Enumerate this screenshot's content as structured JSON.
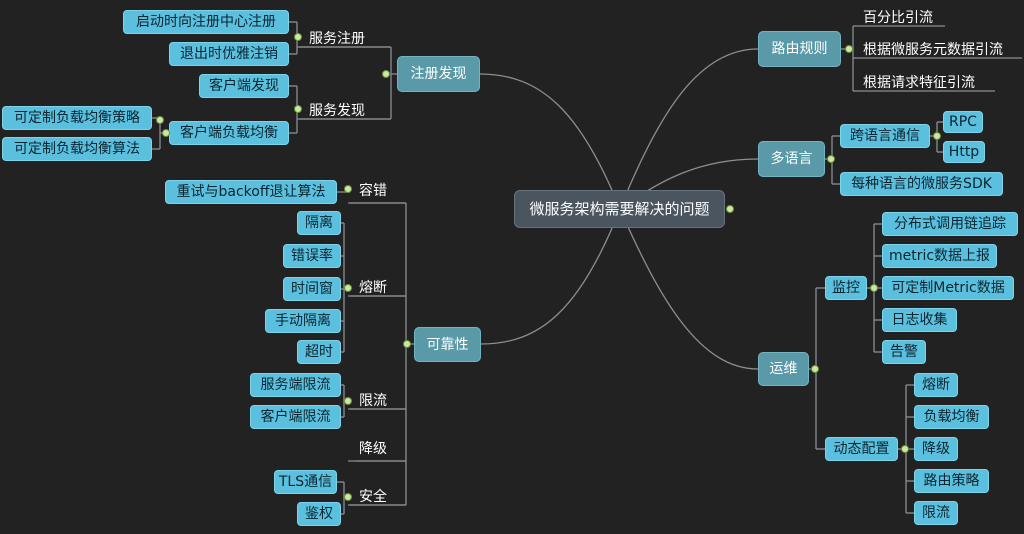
{
  "root": "微服务架构需要解决的问题",
  "branches": {
    "discovery": {
      "label": "注册发现",
      "service_registration": {
        "label": "服务注册",
        "items": [
          "启动时向注册中心注册",
          "退出时优雅注销"
        ]
      },
      "service_discovery": {
        "label": "服务发现",
        "items": [
          "客户端发现",
          "客户端负载均衡"
        ]
      },
      "client_lb_items": [
        "可定制负载均衡策略",
        "可定制负载均衡算法"
      ]
    },
    "reliability": {
      "label": "可靠性",
      "fault_tolerance": {
        "label": "容错",
        "items": [
          "重试与backoff退让算法"
        ]
      },
      "circuit_breaker": {
        "label": "熔断",
        "items": [
          "隔离",
          "错误率",
          "时间窗",
          "手动隔离",
          "超时"
        ]
      },
      "rate_limit": {
        "label": "限流",
        "items": [
          "服务端限流",
          "客户端限流"
        ]
      },
      "degrade": {
        "label": "降级"
      },
      "security": {
        "label": "安全",
        "items": [
          "TLS通信",
          "鉴权"
        ]
      }
    },
    "routing": {
      "label": "路由规则",
      "items": [
        "百分比引流",
        "根据微服务元数据引流",
        "根据请求特征引流"
      ]
    },
    "multilang": {
      "label": "多语言",
      "cross_lang": {
        "label": "跨语言通信",
        "items": [
          "RPC",
          "Http"
        ]
      },
      "sdk": "每种语言的微服务SDK"
    },
    "ops": {
      "label": "运维",
      "monitoring": {
        "label": "监控",
        "items": [
          "分布式调用链追踪",
          "metric数据上报",
          "可定制Metric数据",
          "日志收集",
          "告警"
        ]
      },
      "dynamic_config": {
        "label": "动态配置",
        "items": [
          "熔断",
          "负载均衡",
          "降级",
          "路由策略",
          "限流"
        ]
      }
    }
  },
  "colors": {
    "background": "#222222",
    "leaf": "#5bc0de",
    "branch": "#5a9aa8",
    "root": "#4b5560",
    "line": "#8a8f94",
    "dot": "#c9e8a0"
  }
}
